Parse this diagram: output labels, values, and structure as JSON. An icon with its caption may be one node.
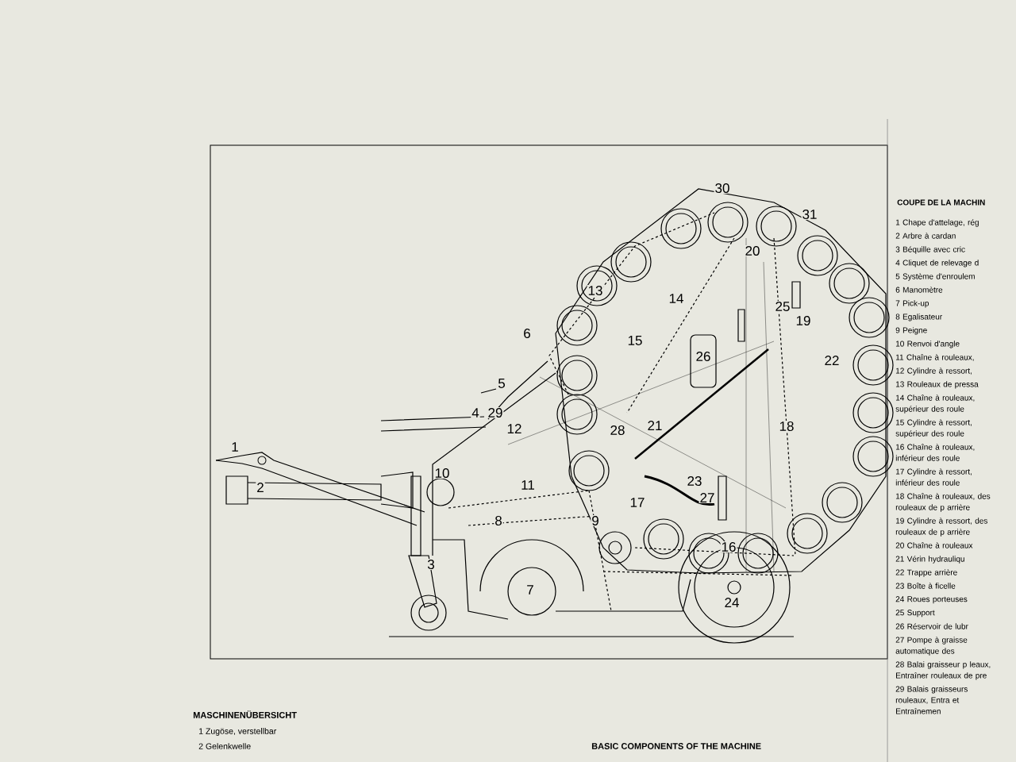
{
  "diagram": {
    "labels": [
      "1",
      "2",
      "3",
      "4",
      "5",
      "6",
      "7",
      "8",
      "9",
      "10",
      "11",
      "12",
      "13",
      "14",
      "15",
      "16",
      "17",
      "18",
      "19",
      "20",
      "21",
      "22",
      "23",
      "24",
      "25",
      "26",
      "27",
      "28",
      "29",
      "30",
      "31",
      "MASCHINENÜBERSICHT",
      "1 Zugöse, verstellbar",
      "2 Gelenkwelle",
      "BASIC COMPONENTS OF THE MACHINE",
      "COUPE DE LA MACHIN",
      "1 Chape d'attelage, rég",
      "2 Arbre à cardan",
      "3 Béquille avec cric",
      "4 Cliquet de relevage d",
      "5 Système d'enroulem",
      "6 Manomètre",
      "7 Pick-up",
      "8 Egalisateur",
      "9 Peigne",
      "10 Renvoi d'angle",
      "11 Chaîne à rouleaux,",
      "12 Cylindre à ressort,",
      "13 Rouleaux de pressa",
      "14 Chaîne à rouleaux, supérieur des roule",
      "15 Cylindre à ressort, supérieur des roule",
      "16 Chaîne à rouleaux, inférieur des roule",
      "17 Cylindre à ressort, inférieur des roule",
      "18 Chaîne à rouleaux, des rouleaux de p arrière",
      "19 Cylindre à ressort, des rouleaux de p arrière",
      "20 Chaîne à rouleaux",
      "21 Vérin hydrauliqu",
      "22 Trappe arrière",
      "23 Boîte à ficelle",
      "24 Roues porteuses",
      "25 Support",
      "26 Réservoir de lubr",
      "27 Pompe à graisse automatique des",
      "28 Balai graisseur p leaux, Entraîner rouleaux de pre",
      "29 Balais graisseurs rouleaux, Entra et Entraînemen"
    ]
  }
}
